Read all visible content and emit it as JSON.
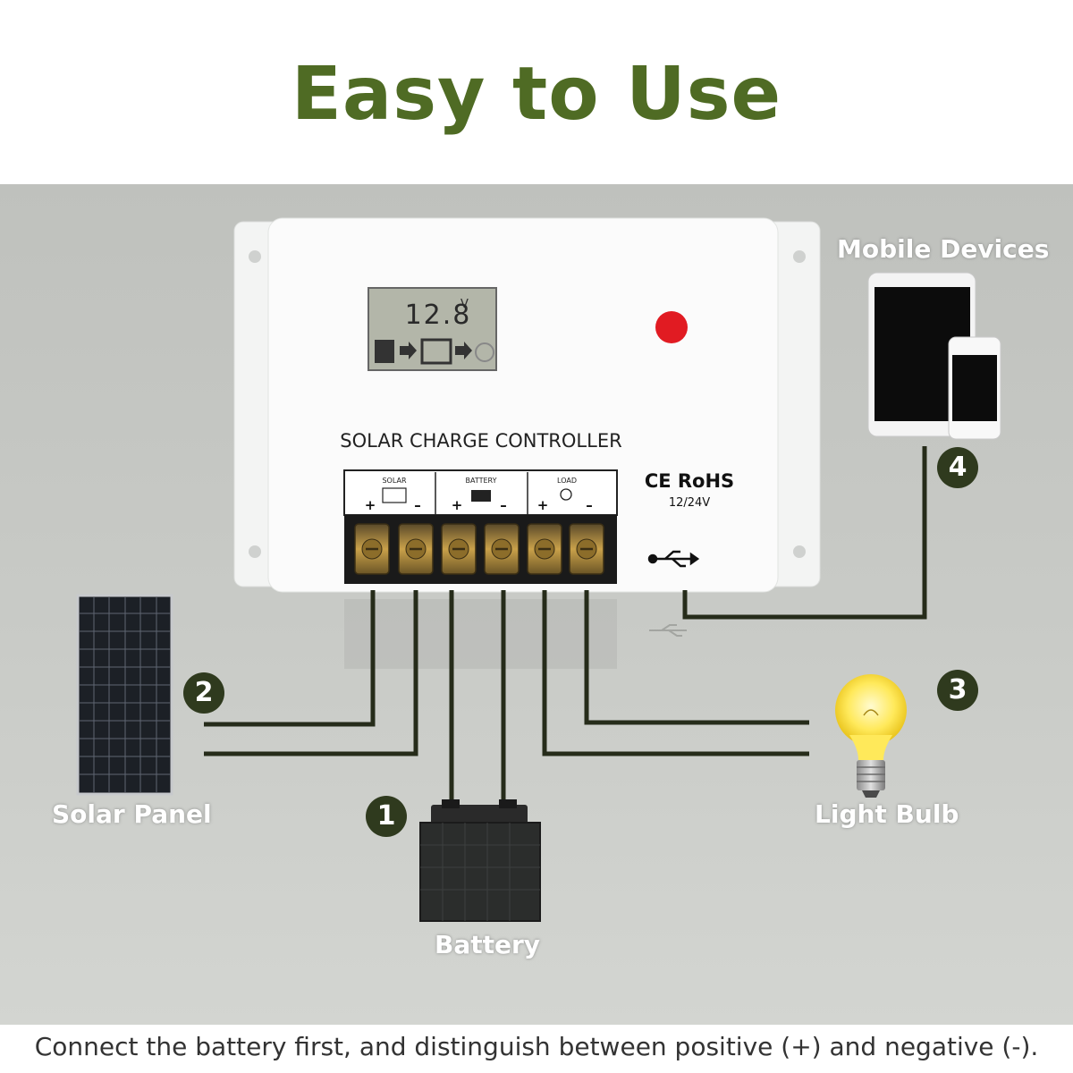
{
  "title": "Easy to Use",
  "controller": {
    "label": "SOLAR CHARGE CONTROLLER",
    "lcd_reading": "12.8",
    "lcd_unit": "V",
    "terminal_groups": [
      "SOLAR",
      "BATTERY",
      "LOAD"
    ],
    "plus": "+",
    "minus": "–",
    "cert": "CE RoHS",
    "voltage": "12/24V"
  },
  "components": {
    "mobile": {
      "number": "4",
      "label": "Mobile Devices"
    },
    "solar": {
      "number": "2",
      "label": "Solar Panel"
    },
    "battery": {
      "number": "1",
      "label": "Battery"
    },
    "bulb": {
      "number": "3",
      "label": "Light Bulb"
    }
  },
  "footer": "Connect the battery first, and distinguish between positive (+) and negative (-).",
  "colors": {
    "title": "#4f6b24",
    "badge": "#2f3a1e",
    "wire": "#262c1a",
    "stage": "#c5c7c3",
    "led": "#e11b22"
  }
}
